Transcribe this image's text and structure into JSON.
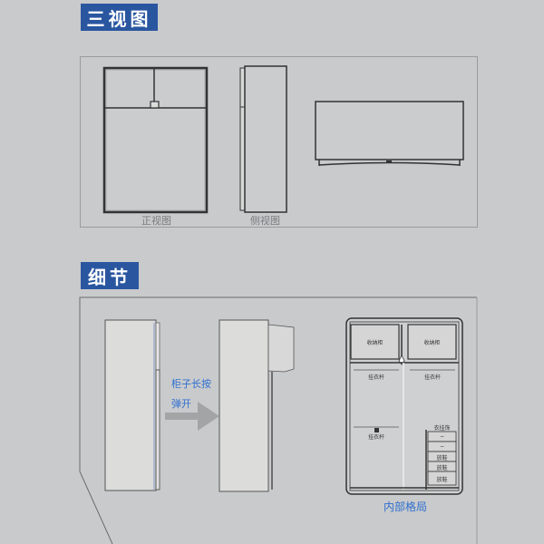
{
  "sections": {
    "three_views": {
      "title": "三视图",
      "front_caption": "正视图",
      "side_caption": "侧视图"
    },
    "details": {
      "title": "细节",
      "action_line1": "柜子长按",
      "action_line2": "弹开",
      "layout_caption": "内部格局",
      "layout_labels": {
        "storage_left": "收纳柜",
        "storage_right": "收纳柜",
        "rod_left_top": "挂衣杆",
        "rod_right_top": "挂衣杆",
        "rod_left_bottom": "挂衣杆",
        "drawer_header": "衣挂饰",
        "drawer_1": "−",
        "drawer_2": "−",
        "drawer_3": "放鞋",
        "drawer_4": "放鞋",
        "drawer_5": "放鞋"
      }
    }
  },
  "colors": {
    "background": "#c9cacc",
    "badge": "#2a56a0",
    "accent_text": "#2f6fd0",
    "line": "#333333"
  }
}
